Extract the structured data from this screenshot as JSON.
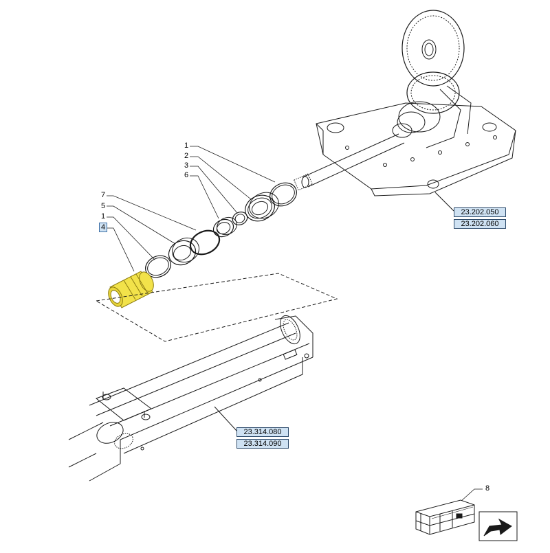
{
  "callouts": {
    "c1_top": "1",
    "c2": "2",
    "c3": "3",
    "c6": "6",
    "c7": "7",
    "c5": "5",
    "c1_left": "1",
    "c4": "4",
    "c8": "8"
  },
  "refs": {
    "r_23_202_050": "23.202.050",
    "r_23_202_060": "23.202.060",
    "r_23_314_080": "23.314.080",
    "r_23_314_090": "23.314.090"
  },
  "colors": {
    "line": "#1a1a1a",
    "highlight": "#f2e24a",
    "highlight_dark": "#c9b21a",
    "ref_fill": "#cfe2f3",
    "ref_border": "#2c4a6b"
  },
  "icons": [
    "crate-icon",
    "arrow-icon"
  ]
}
